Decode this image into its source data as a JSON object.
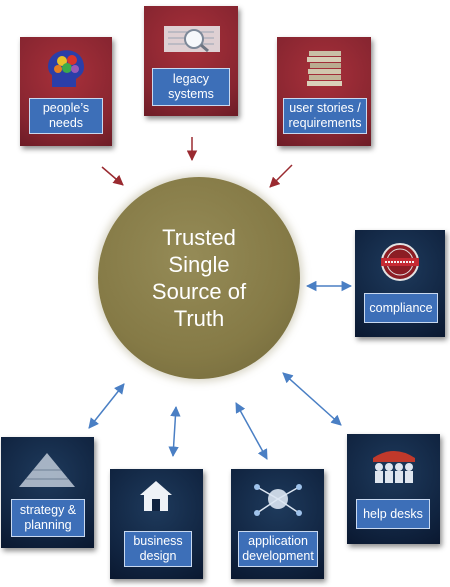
{
  "center": {
    "text": "Trusted\nSingle\nSource of\nTruth"
  },
  "inputs": [
    {
      "id": "needs",
      "label": "people’s\nneeds",
      "icon": "colorful-brain-head-icon"
    },
    {
      "id": "legacy",
      "label": "legacy\nsystems",
      "icon": "magnifying-glass-icon"
    },
    {
      "id": "stories",
      "label": "user stories /\nrequirements",
      "icon": "document-stack-icon"
    }
  ],
  "consumers": [
    {
      "id": "compliance",
      "label": "compliance",
      "icon": "compliance-stamp-icon"
    },
    {
      "id": "strategy",
      "label": "strategy &\nplanning",
      "icon": "strategy-pyramid-icon"
    },
    {
      "id": "business",
      "label": "business\ndesign",
      "icon": "house-icon"
    },
    {
      "id": "appdev",
      "label": "application\ndevelopment",
      "icon": "network-globe-icon"
    },
    {
      "id": "helpdesk",
      "label": "help desks",
      "icon": "people-group-icon"
    }
  ],
  "colors": {
    "input_tile": "#862530",
    "consumer_tile": "#10233f",
    "label_bg": "#3d6fb8",
    "center": "#857a46",
    "input_arrow": "#9a2a30",
    "consumer_arrow": "#4a7fc4"
  }
}
